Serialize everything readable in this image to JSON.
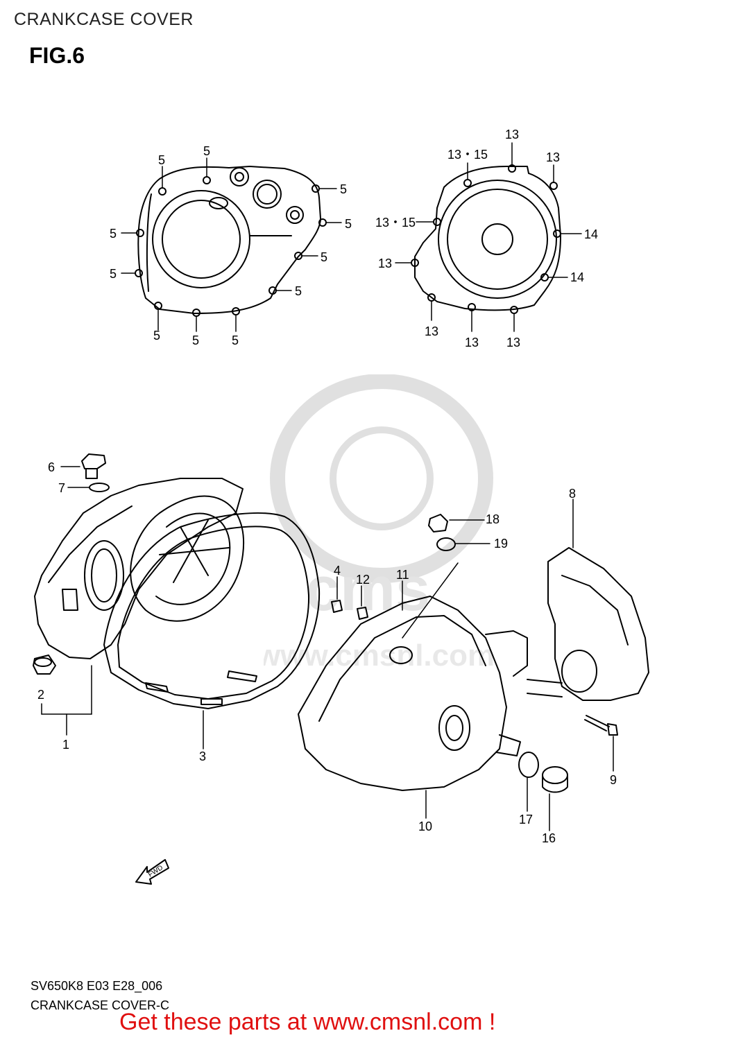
{
  "header": {
    "title": "CRANKCASE COVER",
    "figure": "FIG.6"
  },
  "callouts": {
    "c5": "5",
    "c13": "13",
    "c13_15": "13・15",
    "c14": "14",
    "c1": "1",
    "c2": "2",
    "c3": "3",
    "c4": "4",
    "c6": "6",
    "c7": "7",
    "c8": "8",
    "c9": "9",
    "c10": "10",
    "c11": "11",
    "c12": "12",
    "c16": "16",
    "c17": "17",
    "c18": "18",
    "c19": "19"
  },
  "fwd_arrow": "FWD",
  "footer": {
    "code": "SV650K8 E03 E28_006",
    "caption": "CRANKCASE COVER-C",
    "promo": "Get these parts at www.cmsnl.com !"
  },
  "watermark": {
    "text": "www.cmsnl.com",
    "brand": "cms"
  }
}
